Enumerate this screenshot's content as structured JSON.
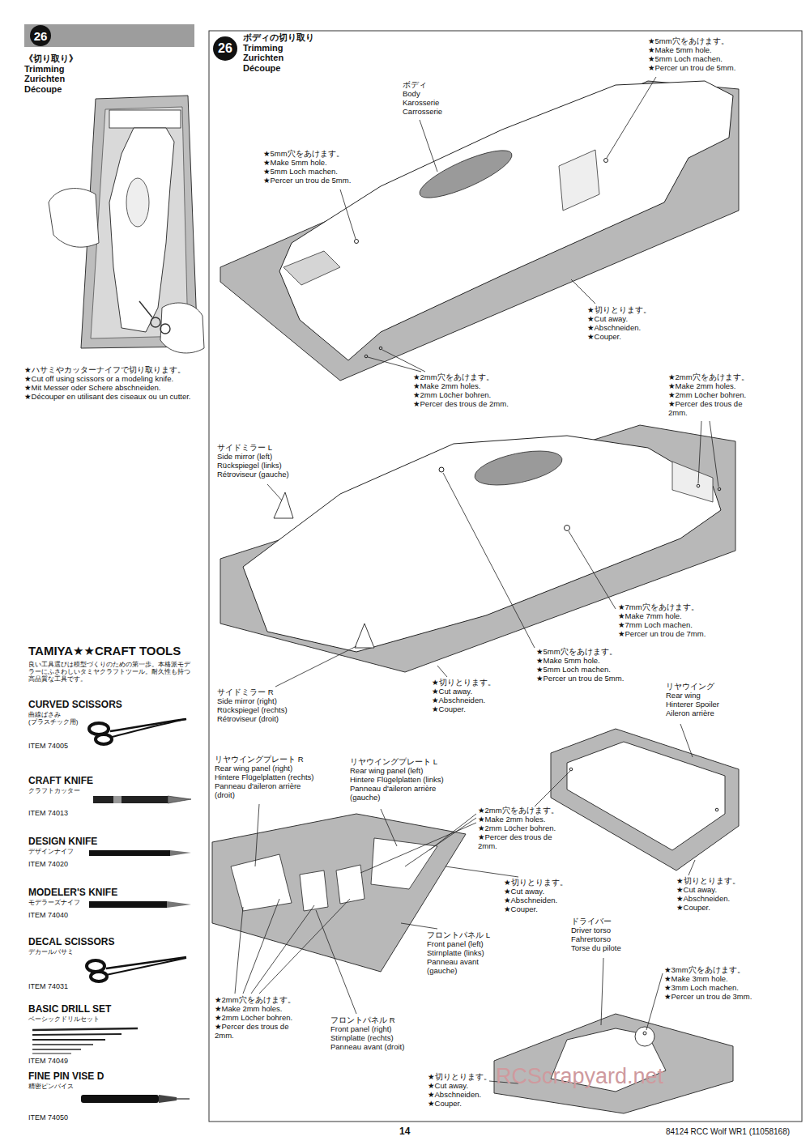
{
  "diagram": {
    "nodes": [
      {
        "text": [
          "26"
        ]
      },
      {
        "text": [
          "26"
        ]
      }
    ],
    "labels": [
      "《切り取り》",
      "Trimming",
      "Zurichten",
      "Découpe",
      "★ハサミやカッターナイフで切り取ります。",
      "★Cut off using scissors or a modeling knife.",
      "★Mit Messer oder Schere abschneiden.",
      "★Découper en utilisant des ciseaux ou un cutter.",
      "TAMIYA★★CRAFT TOOLS",
      "良い工具選びは模型づくりのための第一歩。本格派モデラーにふさわしいタミヤクラフトツール。耐久性も持つ高品質な工具です。",
      "CURVED SCISSORS",
      "曲線ばさみ (プラスチック用)",
      "ITEM 74005",
      "CRAFT KNIFE",
      "クラフトカッター",
      "ITEM 74013",
      "DESIGN KNIFE",
      "デザインナイフ",
      "ITEM 74020",
      "MODELER'S KNIFE",
      "モデラーズナイフ",
      "ITEM 74040",
      "DECAL SCISSORS",
      "デカールバサミ",
      "ITEM 74031",
      "BASIC DRILL SET",
      "ベーシックドリルセット",
      "ITEM 74049",
      "FINE PIN VISE D",
      "精密ピンバイス",
      "ITEM 74050",
      "ボディの切り取り",
      "Trimming",
      "Zurichten",
      "Découpe",
      "★5mm穴をあけます。",
      "★Make 5mm hole.",
      "★5mm Loch machen.",
      "★Percer un trou de 5mm.",
      "ボディ",
      "Body",
      "Karosserie",
      "Carrosserie",
      "★5mm穴をあけます。",
      "★Make 5mm hole.",
      "★5mm Loch machen.",
      "★Percer un trou de 5mm.",
      "★切りとります。",
      "★Cut away.",
      "★Abschneiden.",
      "★Couper.",
      "★2mm穴をあけます。",
      "★Make 2mm holes.",
      "★2mm Löcher bohren.",
      "★Percer des trous de 2mm.",
      "★2mm穴をあけます。",
      "★Make 2mm holes.",
      "★2mm Löcher bohren.",
      "★Percer des trous de 2mm.",
      "サイドミラー L",
      "Side mirror (left)",
      "Rückspiegel (links)",
      "Rétroviseur (gauche)",
      "★7mm穴をあけます。",
      "★Make 7mm hole.",
      "★7mm Loch machen.",
      "★Percer un trou de 7mm.",
      "★5mm穴をあけます。",
      "★Make 5mm hole.",
      "★5mm Loch machen.",
      "★Percer un trou de 5mm.",
      "サイドミラー R",
      "Side mirror (right)",
      "Rückspiegel (rechts)",
      "Rétroviseur (droit)",
      "★切りとります。",
      "★Cut away.",
      "★Abschneiden.",
      "★Couper.",
      "リヤウイング",
      "Rear wing",
      "Hinterer Spoiler",
      "Aileron arrière",
      "リヤウイングプレート L",
      "Rear wing panel (left)",
      "Hintere Flügelplatten (links)",
      "Panneau d'aileron arrière (gauche)",
      "リヤウイングプレート R",
      "Rear wing panel (right)",
      "Hintere Flügelplatten (rechts)",
      "Panneau d'aileron arrière (droit)",
      "★2mm穴をあけます。",
      "★Make 2mm holes.",
      "★2mm Löcher bohren.",
      "★Percer des trous de 2mm.",
      "★切りとります。",
      "★Cut away.",
      "★Abschneiden.",
      "★Couper.",
      "★切りとります。",
      "★Cut away.",
      "★Abschneiden.",
      "★Couper.",
      "フロントパネル L",
      "Front panel (left)",
      "Stirnplatte (links)",
      "Panneau avant (gauche)",
      "ドライバー",
      "Driver torso",
      "Fahrertorso",
      "Torse du pilote",
      "★3mm穴をあけます。",
      "★Make 3mm hole.",
      "★3mm Loch machen.",
      "★Percer un trou de 3mm.",
      "★2mm穴をあけます。",
      "★Make 2mm holes.",
      "★2mm Löcher bohren.",
      "★Percer des trous de 2mm.",
      "フロントパネル R",
      "Front panel (right)",
      "Stirnplatte (rechts)",
      "Panneau avant (droit)",
      "★切りとります。",
      "★Cut away.",
      "★Abschneiden.",
      "★Couper.",
      "14",
      "84124 RCC Wolf WR1 (11058168)",
      "RCScrapyard.net"
    ]
  }
}
